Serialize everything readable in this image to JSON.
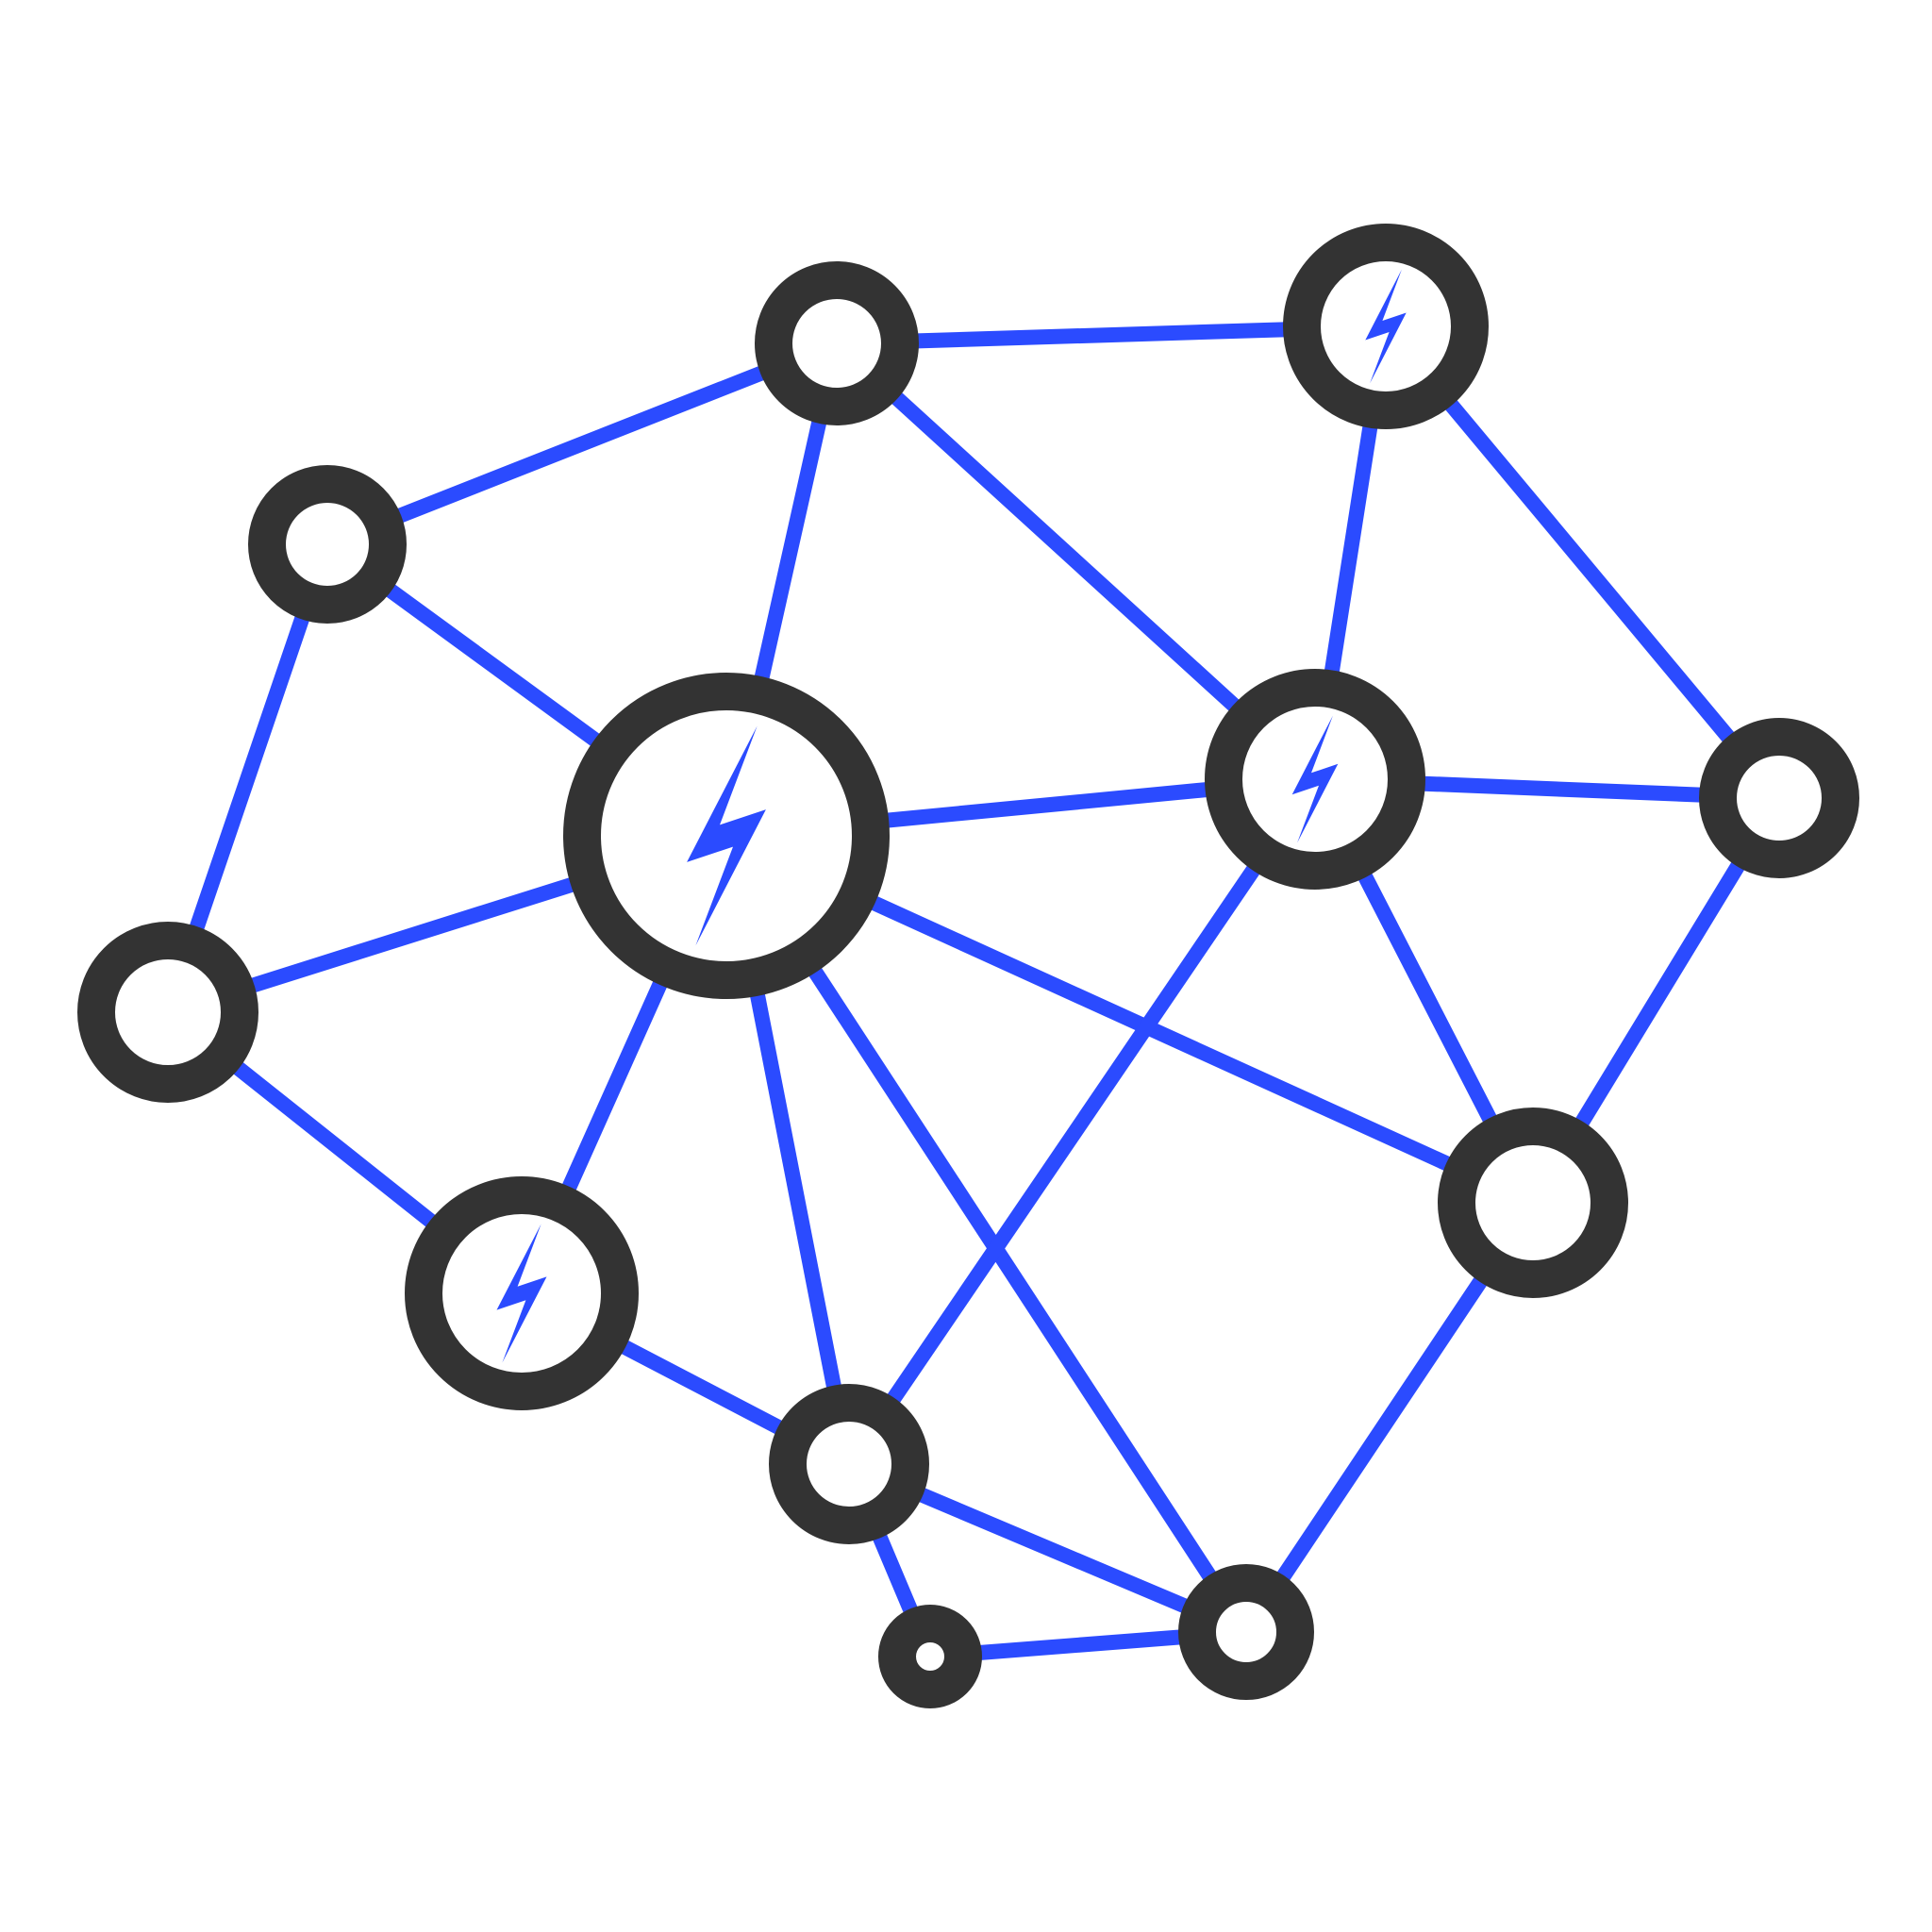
{
  "diagram": {
    "type": "network-graph",
    "colors": {
      "edge": "#2b4bff",
      "node_ring": "#333333",
      "node_fill": "#ffffff",
      "bolt": "#2b4bff",
      "background": "#ffffff"
    },
    "nodes": [
      {
        "id": "n-top-center",
        "bolt": false
      },
      {
        "id": "n-top-right",
        "bolt": true
      },
      {
        "id": "n-upper-left",
        "bolt": false
      },
      {
        "id": "n-center-large",
        "bolt": true
      },
      {
        "id": "n-center-right",
        "bolt": true
      },
      {
        "id": "n-far-right",
        "bolt": false
      },
      {
        "id": "n-left",
        "bolt": false
      },
      {
        "id": "n-lower-right",
        "bolt": false
      },
      {
        "id": "n-lower-left",
        "bolt": true
      },
      {
        "id": "n-bottom-center",
        "bolt": false
      },
      {
        "id": "n-bottom-small",
        "bolt": false
      },
      {
        "id": "n-bottom-right",
        "bolt": false
      }
    ],
    "edges": [
      [
        "n-upper-left",
        "n-top-center"
      ],
      [
        "n-top-center",
        "n-top-right"
      ],
      [
        "n-top-center",
        "n-center-large"
      ],
      [
        "n-top-center",
        "n-center-right"
      ],
      [
        "n-top-right",
        "n-center-right"
      ],
      [
        "n-top-right",
        "n-far-right"
      ],
      [
        "n-upper-left",
        "n-center-large"
      ],
      [
        "n-upper-left",
        "n-left"
      ],
      [
        "n-left",
        "n-center-large"
      ],
      [
        "n-left",
        "n-lower-left"
      ],
      [
        "n-center-large",
        "n-center-right"
      ],
      [
        "n-center-right",
        "n-far-right"
      ],
      [
        "n-center-large",
        "n-lower-left"
      ],
      [
        "n-center-large",
        "n-bottom-center"
      ],
      [
        "n-center-large",
        "n-bottom-right"
      ],
      [
        "n-center-large",
        "n-lower-right"
      ],
      [
        "n-center-right",
        "n-lower-right"
      ],
      [
        "n-center-right",
        "n-bottom-center"
      ],
      [
        "n-far-right",
        "n-lower-right"
      ],
      [
        "n-lower-right",
        "n-bottom-right"
      ],
      [
        "n-lower-left",
        "n-bottom-center"
      ],
      [
        "n-bottom-center",
        "n-bottom-right"
      ],
      [
        "n-bottom-center",
        "n-bottom-small"
      ],
      [
        "n-bottom-small",
        "n-bottom-right"
      ]
    ]
  }
}
